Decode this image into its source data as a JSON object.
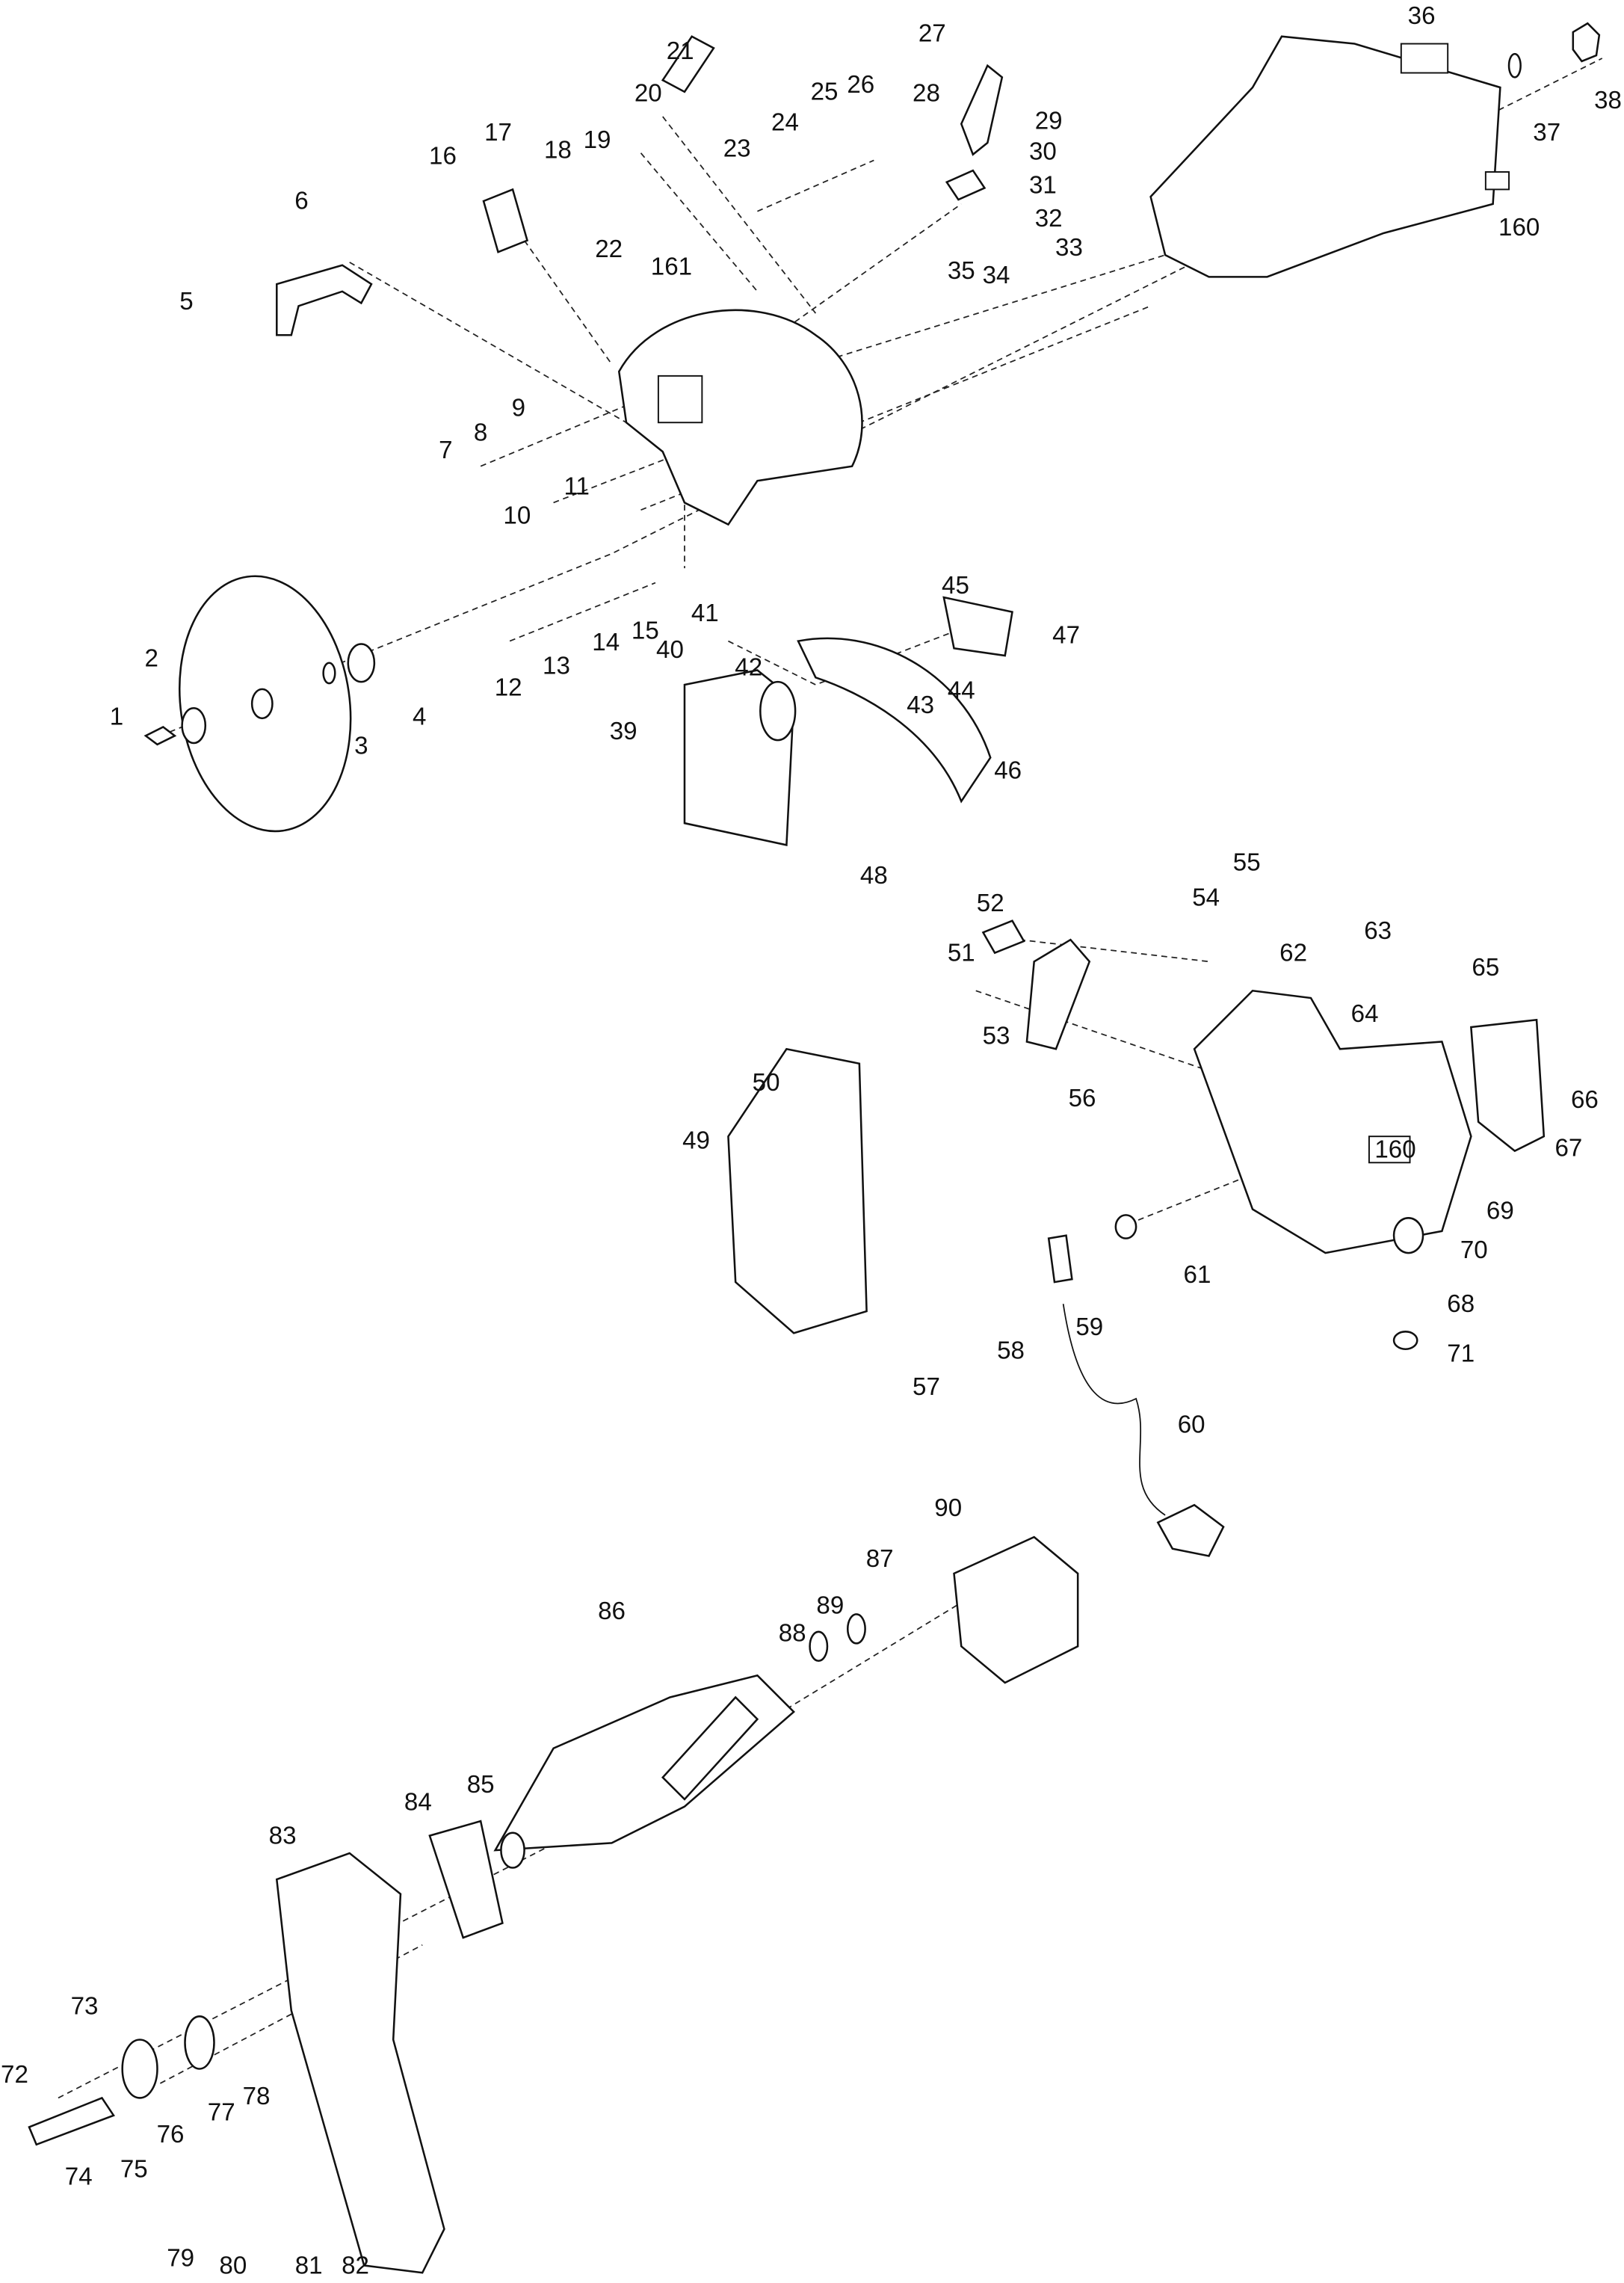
{
  "diagram": {
    "type": "exploded parts diagram",
    "callouts": [
      "1",
      "2",
      "3",
      "4",
      "5",
      "6",
      "7",
      "8",
      "9",
      "10",
      "11",
      "12",
      "13",
      "14",
      "15",
      "16",
      "17",
      "18",
      "19",
      "20",
      "21",
      "22",
      "161",
      "23",
      "24",
      "25",
      "26",
      "27",
      "28",
      "29",
      "30",
      "31",
      "32",
      "33",
      "34",
      "35",
      "36",
      "37",
      "38",
      "160",
      "39",
      "40",
      "41",
      "42",
      "43",
      "44",
      "45",
      "46",
      "47",
      "48",
      "49",
      "50",
      "51",
      "52",
      "53",
      "54",
      "55",
      "56",
      "57",
      "58",
      "59",
      "60",
      "61",
      "62",
      "63",
      "64",
      "65",
      "66",
      "67",
      "68",
      "69",
      "70",
      "71",
      "160",
      "72",
      "73",
      "74",
      "75",
      "76",
      "77",
      "78",
      "79",
      "80",
      "81",
      "82",
      "83",
      "84",
      "85",
      "86",
      "87",
      "88",
      "89",
      "90"
    ]
  }
}
